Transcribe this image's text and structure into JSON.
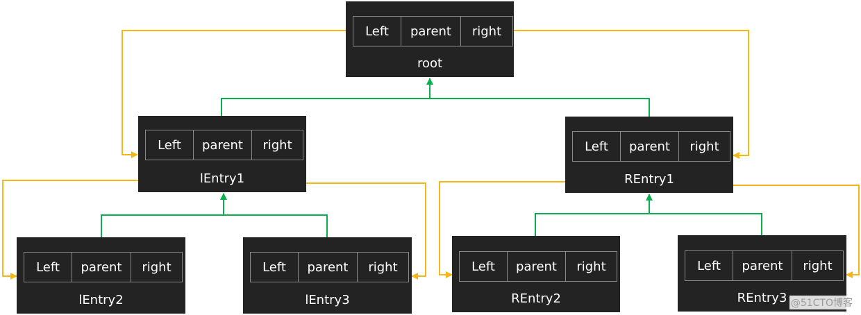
{
  "colors": {
    "node_background": "#232323",
    "field_border": "#8b8b8b",
    "text": "#ffffff",
    "child_link": "#f5b716",
    "parent_link": "#0aae4e"
  },
  "nodes": {
    "root": {
      "name": "root",
      "left": "Left",
      "parent": "parent",
      "right": "right"
    },
    "lEntry1": {
      "name": "lEntry1",
      "left": "Left",
      "parent": "parent",
      "right": "right"
    },
    "REntry1": {
      "name": "REntry1",
      "left": "Left",
      "parent": "parent",
      "right": "right"
    },
    "lEntry2": {
      "name": "lEntry2",
      "left": "Left",
      "parent": "parent",
      "right": "right"
    },
    "lEntry3": {
      "name": "lEntry3",
      "left": "Left",
      "parent": "parent",
      "right": "right"
    },
    "REntry2": {
      "name": "REntry2",
      "left": "Left",
      "parent": "parent",
      "right": "right"
    },
    "REntry3": {
      "name": "REntry3",
      "left": "Left",
      "parent": "parent",
      "right": "right"
    }
  },
  "watermark": "@51CTO博客"
}
